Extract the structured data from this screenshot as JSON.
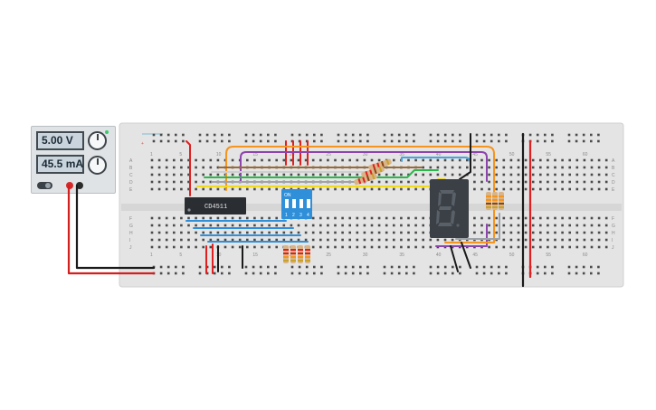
{
  "power_supply": {
    "voltage_display": "5.00 V",
    "current_display": "45.5 mA"
  },
  "ic": {
    "label": "CD4511"
  },
  "dip_switch": {
    "top_label": "ON",
    "switch_numbers": [
      "1",
      "2",
      "3",
      "4"
    ]
  },
  "breadboard": {
    "row_letters_top": [
      "A",
      "B",
      "C",
      "D",
      "E"
    ],
    "row_letters_bottom": [
      "F",
      "G",
      "H",
      "I",
      "J"
    ],
    "column_numbers": [
      "1",
      "5",
      "10",
      "15",
      "20",
      "25",
      "30",
      "35",
      "40",
      "45",
      "50",
      "55",
      "60"
    ]
  },
  "colors": {
    "breadboard": "#e4e4e4",
    "power_rail_red": "#e02020",
    "ground_rail_black": "#1a1a1a",
    "dip_switch_blue": "#2f8fd8",
    "seven_segment_body": "#3b4046",
    "ic_body": "#2a2e33"
  }
}
